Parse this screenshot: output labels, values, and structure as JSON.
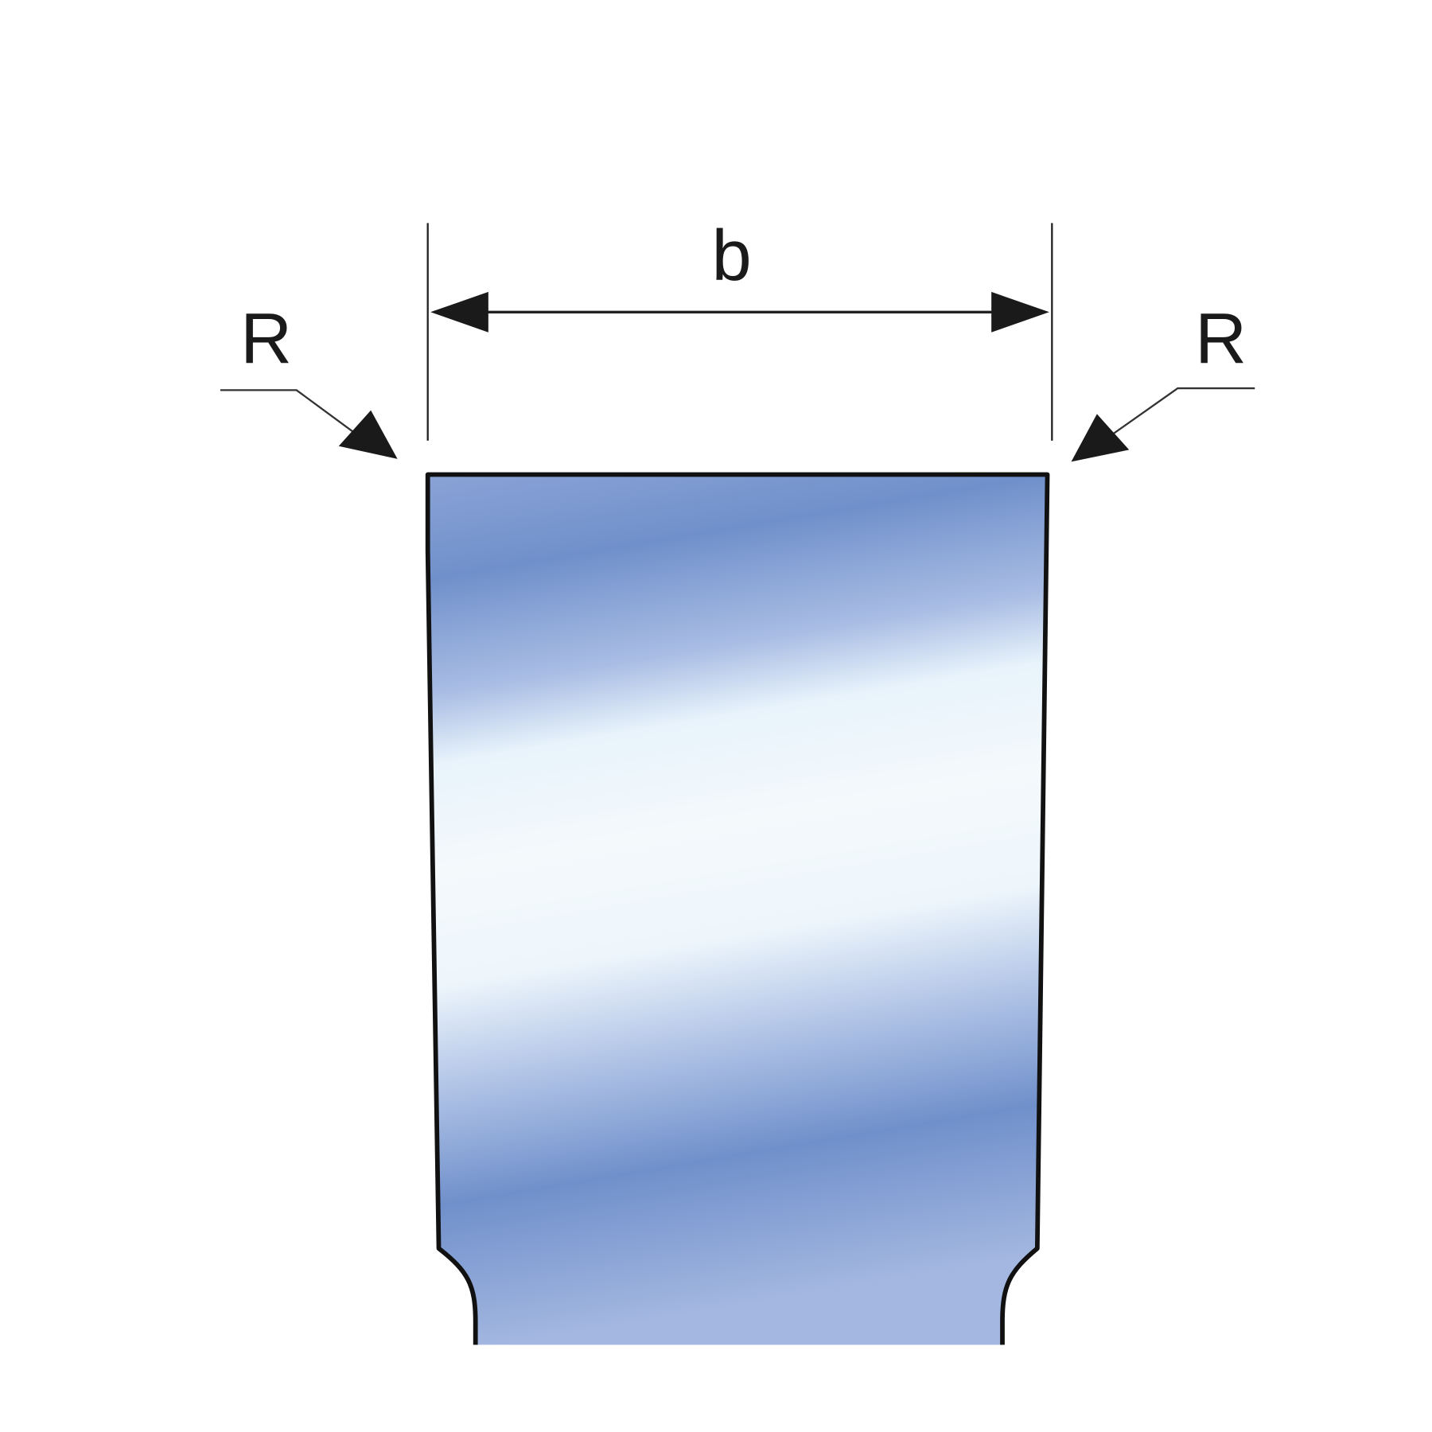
{
  "labels": {
    "width_dimension": "b",
    "radius_left": "R",
    "radius_right": "R"
  },
  "colors": {
    "profile_blue": "#7090cb",
    "profile_highlight": "#f2f8fc",
    "outline": "#111111"
  }
}
